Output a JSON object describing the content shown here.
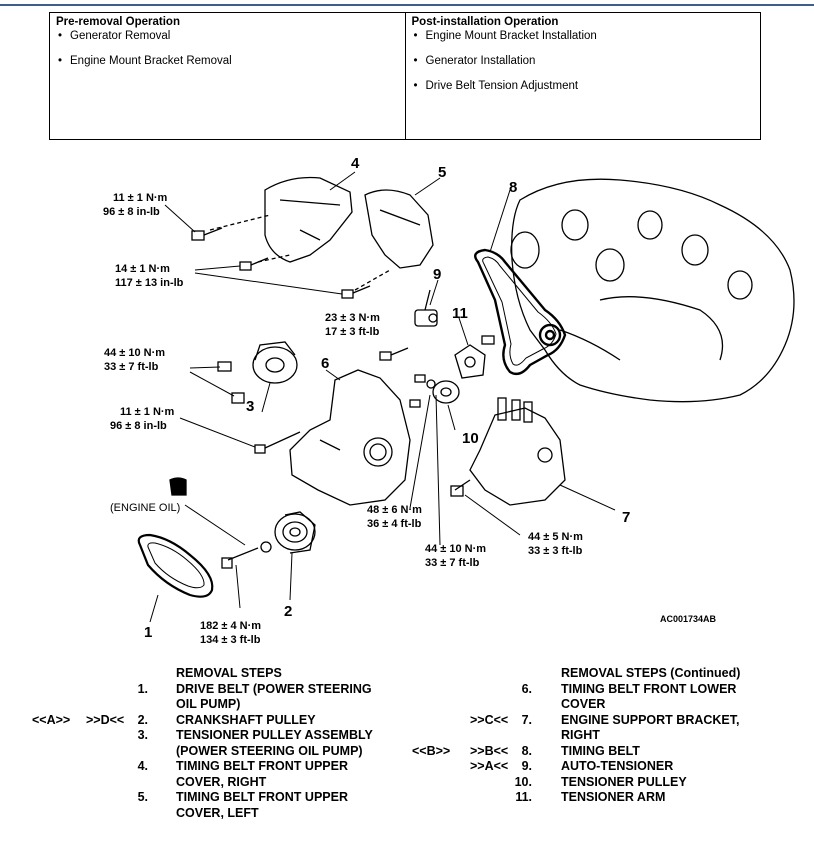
{
  "table": {
    "pre": {
      "title": "Pre-removal Operation",
      "items": [
        "Generator Removal",
        "Engine Mount Bracket Removal"
      ]
    },
    "post": {
      "title": "Post-installation Operation",
      "items": [
        "Engine Mount Bracket Installation",
        "Generator Installation",
        "Drive Belt Tension Adjustment"
      ]
    }
  },
  "diagram": {
    "torque": {
      "t1a": "11 ± 1 N·m",
      "t1b": "96 ± 8 in-lb",
      "t2a": "14 ± 1 N·m",
      "t2b": "117 ± 13 in-lb",
      "t3a": "23 ± 3 N·m",
      "t3b": "17 ± 3 ft-lb",
      "t4a": "44 ± 10 N·m",
      "t4b": "33 ± 7 ft-lb",
      "t5a": "11 ± 1 N·m",
      "t5b": "96 ± 8 in-lb",
      "t6a": "48 ± 6 N·m",
      "t6b": "36 ± 4 ft-lb",
      "t7a": "44 ± 10 N·m",
      "t7b": "33 ± 7 ft-lb",
      "t8a": "44 ± 5 N·m",
      "t8b": "33 ± 3 ft-lb",
      "t9a": "182 ± 4 N·m",
      "t9b": "134 ± 3 ft-lb"
    },
    "engine_oil": "(ENGINE OIL)",
    "figure_code": "AC001734AB",
    "callouts": [
      "1",
      "2",
      "3",
      "4",
      "5",
      "6",
      "7",
      "8",
      "9",
      "10",
      "11"
    ]
  },
  "steps_left": {
    "heading": "REMOVAL STEPS",
    "rows": [
      {
        "m1": "",
        "m2": "",
        "n": "1.",
        "t": "DRIVE BELT (POWER STEERING"
      },
      {
        "m1": "",
        "m2": "",
        "n": "",
        "t": "OIL PUMP)"
      },
      {
        "m1": "<<A>>",
        "m2": ">>D<<",
        "n": "2.",
        "t": "CRANKSHAFT PULLEY"
      },
      {
        "m1": "",
        "m2": "",
        "n": "3.",
        "t": "TENSIONER PULLEY ASSEMBLY"
      },
      {
        "m1": "",
        "m2": "",
        "n": "",
        "t": "(POWER STEERING OIL PUMP)"
      },
      {
        "m1": "",
        "m2": "",
        "n": "4.",
        "t": "TIMING BELT FRONT UPPER"
      },
      {
        "m1": "",
        "m2": "",
        "n": "",
        "t": "COVER, RIGHT"
      },
      {
        "m1": "",
        "m2": "",
        "n": "5.",
        "t": "TIMING BELT FRONT UPPER"
      },
      {
        "m1": "",
        "m2": "",
        "n": "",
        "t": "COVER, LEFT"
      }
    ]
  },
  "steps_right": {
    "heading": "REMOVAL STEPS (Continued)",
    "rows": [
      {
        "m1": "",
        "m2": "",
        "n": "6.",
        "t": "TIMING BELT FRONT LOWER"
      },
      {
        "m1": "",
        "m2": "",
        "n": "",
        "t": "COVER"
      },
      {
        "m1": "",
        "m2": ">>C<<",
        "n": "7.",
        "t": "ENGINE SUPPORT BRACKET,"
      },
      {
        "m1": "",
        "m2": "",
        "n": "",
        "t": "RIGHT"
      },
      {
        "m1": "<<B>>",
        "m2": ">>B<<",
        "n": "8.",
        "t": "TIMING BELT"
      },
      {
        "m1": "",
        "m2": ">>A<<",
        "n": "9.",
        "t": "AUTO-TENSIONER"
      },
      {
        "m1": "",
        "m2": "",
        "n": "10.",
        "t": "TENSIONER PULLEY"
      },
      {
        "m1": "",
        "m2": "",
        "n": "11.",
        "t": "TENSIONER ARM"
      }
    ]
  }
}
